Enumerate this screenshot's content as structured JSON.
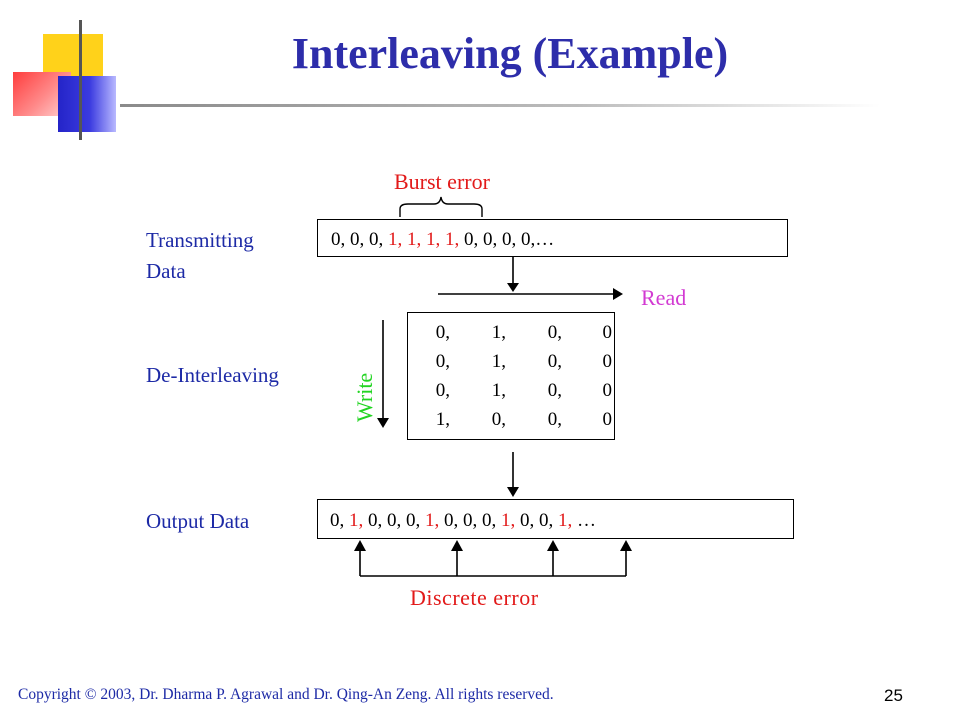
{
  "slide": {
    "title": "Interleaving (Example)",
    "labels": {
      "transmitting_line1": "Transmitting",
      "transmitting_line2": "Data",
      "deinterleaving": "De-Interleaving",
      "output": "Output Data",
      "burst_error": "Burst error",
      "read": "Read",
      "write": "Write",
      "discrete_error": "Discrete error"
    },
    "transmitting_sequence": [
      {
        "text": "0, ",
        "error": false
      },
      {
        "text": "0, ",
        "error": false
      },
      {
        "text": "0, ",
        "error": false
      },
      {
        "text": "1, ",
        "error": true
      },
      {
        "text": "1, ",
        "error": true
      },
      {
        "text": "1, ",
        "error": true
      },
      {
        "text": "1, ",
        "error": true
      },
      {
        "text": "0, ",
        "error": false
      },
      {
        "text": "0, ",
        "error": false
      },
      {
        "text": "0, ",
        "error": false
      },
      {
        "text": "0,…",
        "error": false
      }
    ],
    "matrix": [
      [
        "0,",
        "1,",
        "0,",
        "0"
      ],
      [
        "0,",
        "1,",
        "0,",
        "0"
      ],
      [
        "0,",
        "1,",
        "0,",
        "0"
      ],
      [
        "1,",
        "0,",
        "0,",
        "0"
      ]
    ],
    "output_sequence": [
      {
        "text": "0, ",
        "error": false
      },
      {
        "text": "1, ",
        "error": true
      },
      {
        "text": "0, ",
        "error": false
      },
      {
        "text": "0, ",
        "error": false
      },
      {
        "text": "0, ",
        "error": false
      },
      {
        "text": "1, ",
        "error": true
      },
      {
        "text": "0, ",
        "error": false
      },
      {
        "text": "0, ",
        "error": false
      },
      {
        "text": "0, ",
        "error": false
      },
      {
        "text": "1, ",
        "error": true
      },
      {
        "text": "0, ",
        "error": false
      },
      {
        "text": "0, ",
        "error": false
      },
      {
        "text": "1, ",
        "error": true
      },
      {
        "text": "…",
        "error": false
      }
    ],
    "footer": "Copyright © 2003, Dr. Dharma P. Agrawal and Dr. Qing-An Zeng. All rights reserved.",
    "page_number": "25"
  },
  "colors": {
    "title": "#2d2daa",
    "labels": "#1d2aa6",
    "error": "#e21a1a",
    "read": "#d23ad2",
    "write": "#22d422"
  }
}
